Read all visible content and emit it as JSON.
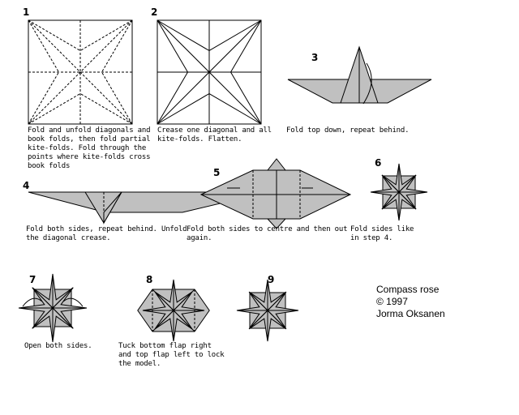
{
  "colors": {
    "paper": "#c0c0c0",
    "line": "#000000"
  },
  "steps": [
    {
      "number": "1",
      "caption": "Fold and unfold diagonals and\nbook folds, then fold partial\nkite-folds. Fold through the\npoints where kite-folds cross\nbook folds"
    },
    {
      "number": "2",
      "caption": "Crease one diagonal and all\nkite-folds. Flatten."
    },
    {
      "number": "3",
      "caption": "Fold top down, repeat behind."
    },
    {
      "number": "4",
      "caption": "Fold both sides, repeat behind. Unfold\nthe diagonal crease."
    },
    {
      "number": "5",
      "caption": "Fold both sides to centre and then out\nagain."
    },
    {
      "number": "6",
      "caption": "Fold sides like\nin step 4."
    },
    {
      "number": "7",
      "caption": "Open both sides."
    },
    {
      "number": "8",
      "caption": "Tuck bottom flap right\nand top flap left to lock\nthe model."
    },
    {
      "number": "9",
      "caption": ""
    }
  ],
  "credits": {
    "title": "Compass rose",
    "copyright": "© 1997",
    "author": "Jorma Oksanen"
  }
}
